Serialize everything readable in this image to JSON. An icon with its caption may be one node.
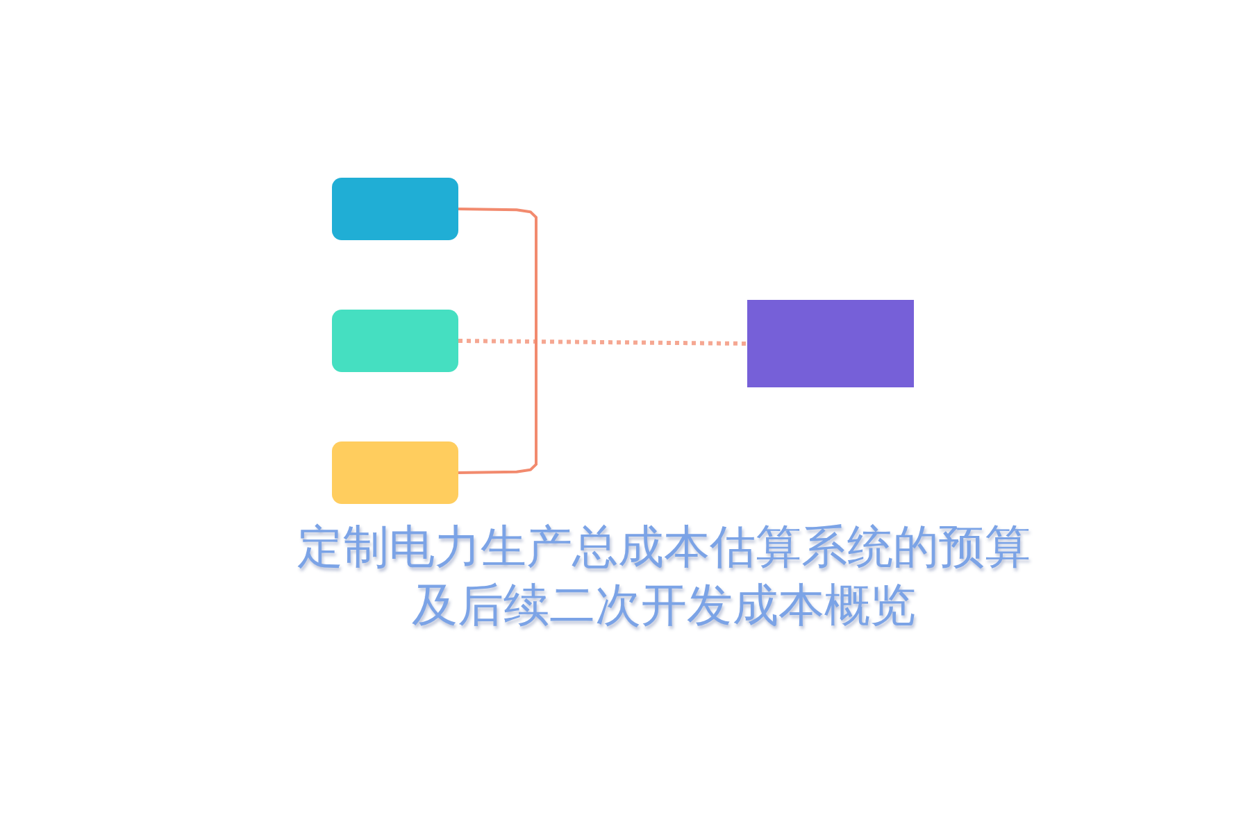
{
  "diagram": {
    "title": "定制电力生产总成本估算系统的预算及后续二次开发成本概览",
    "nodes": [
      {
        "text": [],
        "shape": "box"
      },
      {
        "text": [],
        "shape": "box"
      },
      {
        "text": [],
        "shape": "box"
      },
      {
        "text": [],
        "shape": "box"
      }
    ],
    "edges": [
      {
        "from": 0,
        "to": 3,
        "arrow": "none"
      },
      {
        "from": 1,
        "to": 3,
        "arrow": "none",
        "style": "dashed"
      },
      {
        "from": 2,
        "to": 3,
        "arrow": "none"
      }
    ]
  }
}
